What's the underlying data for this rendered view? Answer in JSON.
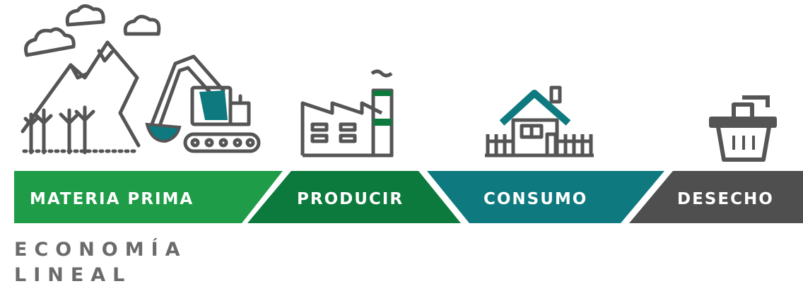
{
  "stages": [
    {
      "label": "MATERIA PRIMA",
      "color": "#1e9c47",
      "icon": "mountain-excavator-icon"
    },
    {
      "label": "PRODUCIR",
      "color": "#0c7a3c",
      "icon": "factory-icon"
    },
    {
      "label": "CONSUMO",
      "color": "#0e7a80",
      "icon": "house-icon"
    },
    {
      "label": "DESECHO",
      "color": "#4f4f4f",
      "icon": "trash-can-icon"
    }
  ],
  "title": {
    "line1": "ECONOMÍA",
    "line2": "LINEAL"
  },
  "colors": {
    "outline": "#555555",
    "text_on_band": "#ffffff",
    "title_text": "#6b6b6b"
  }
}
